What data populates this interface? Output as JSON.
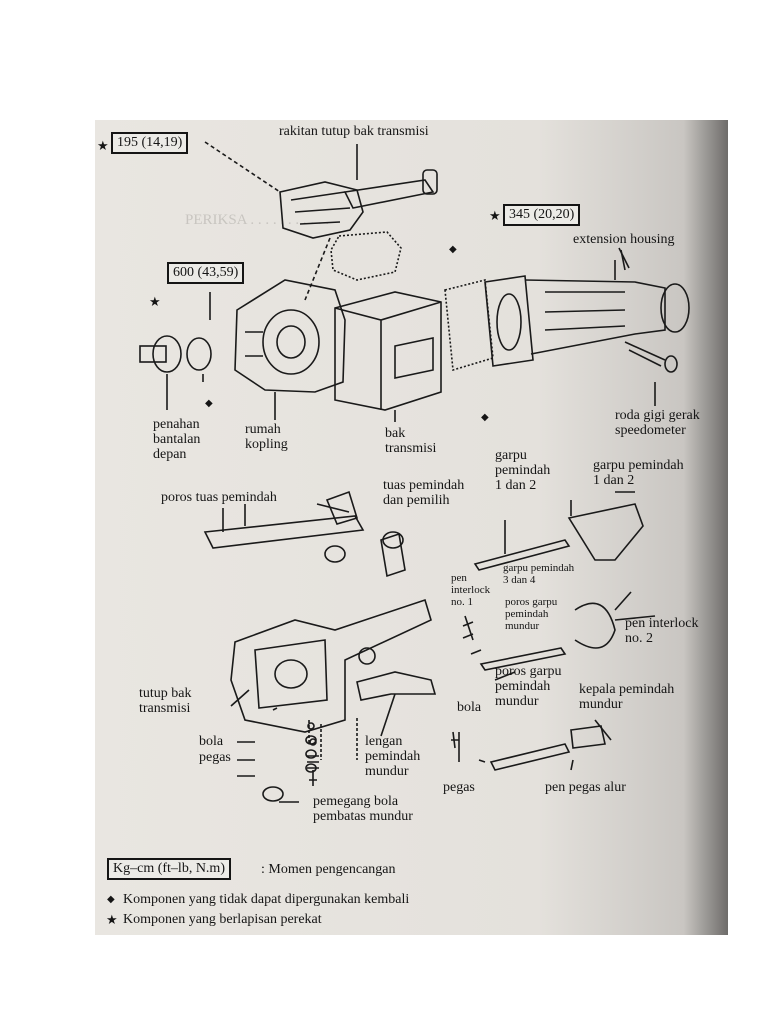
{
  "labels": {
    "torque_195": "195 (14,19)",
    "rakitan_tutup": "rakitan tutup bak transmisi",
    "torque_345": "345 (20,20)",
    "extension_housing": "extension housing",
    "torque_600": "600 (43,59)",
    "penahan": "penahan\nbantalan\ndepan",
    "rumah_kopling": "rumah\nkopling",
    "bak_transmisi": "bak\ntransmisi",
    "roda_gigi": "roda gigi gerak\nspeedometer",
    "garpu_1_2_a": "garpu\npemindah\n1 dan 2",
    "garpu_1_2_b": "garpu pemindah\n1 dan 2",
    "poros_tuas": "poros tuas pemindah",
    "tuas_pemindah": "tuas pemindah\ndan pemilih",
    "garpu_3_4": "garpu pemindah\n3 dan 4",
    "pen_interlock_1": "pen\ninterlock\nno. 1",
    "poros_garpu_mundur_a": "poros garpu\npemindah\nmundur",
    "pen_interlock_2": "pen interlock\nno. 2",
    "poros_garpu_mundur_b": "poros garpu\npemindah\nmundur",
    "kepala_pemindah": "kepala pemindah\nmundur",
    "tutup_bak": "tutup bak\ntransmisi",
    "bola_right": "bola",
    "bola_left": "bola",
    "pegas_left": "pegas",
    "lengan_pemindah": "lengan\npemindah\nmundur",
    "pegas_right": "pegas",
    "pen_pegas_alur": "pen pegas alur",
    "pemegang_bola": "pemegang bola\npembatas mundur"
  },
  "legend": {
    "unit_box": "Kg–cm (ft–lb, N.m)",
    "unit_desc": ": Momen pengencangan",
    "diamond_text": "Komponen yang tidak dapat dipergunakan kembali",
    "star_text": "Komponen yang berlapisan perekat",
    "diamond_symbol": "◆",
    "star_symbol": "★"
  }
}
